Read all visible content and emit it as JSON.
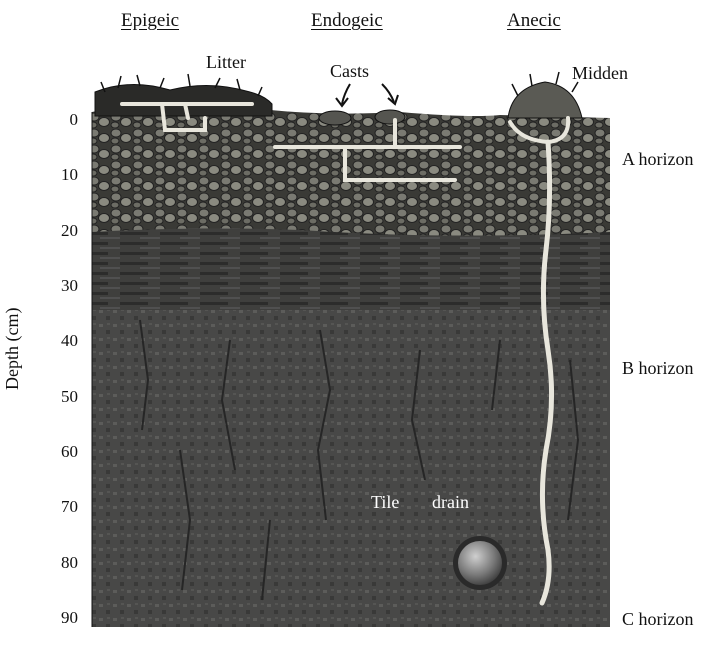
{
  "categories": {
    "epigeic": "Epigeic",
    "endogeic": "Endogeic",
    "anecic": "Anecic"
  },
  "surface_labels": {
    "litter": "Litter",
    "casts": "Casts",
    "midden": "Midden"
  },
  "horizons": {
    "a": "A horizon",
    "b": "B horizon",
    "c": "C horizon"
  },
  "axis": {
    "label": "Depth (cm)",
    "ticks": [
      "0",
      "10",
      "20",
      "30",
      "40",
      "50",
      "60",
      "70",
      "80",
      "90"
    ]
  },
  "features": {
    "tile": "Tile",
    "drain": "drain"
  },
  "colors": {
    "a_horizon": "#4a4a46",
    "b_horizon": "#3d3d3c",
    "c_horizon": "#5a5a58",
    "burrow": "#e8e6dc"
  }
}
